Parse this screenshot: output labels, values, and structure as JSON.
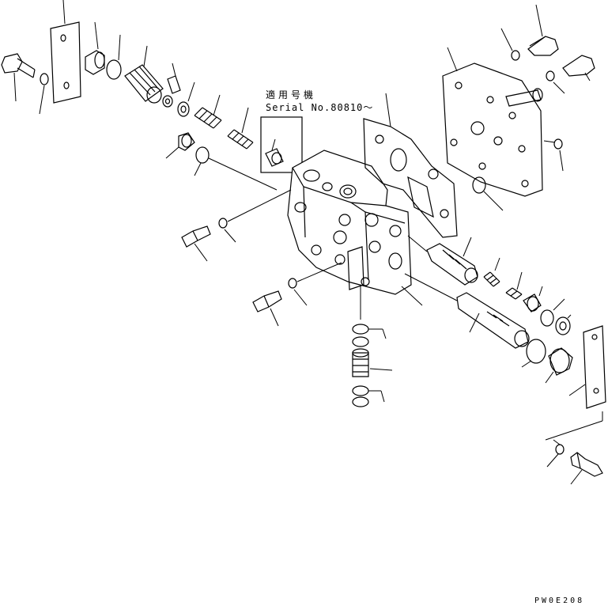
{
  "annotation": {
    "applicable_machines": "適用号機",
    "serial_range": "Serial No.80810～"
  },
  "figure_code": "PW0E208"
}
